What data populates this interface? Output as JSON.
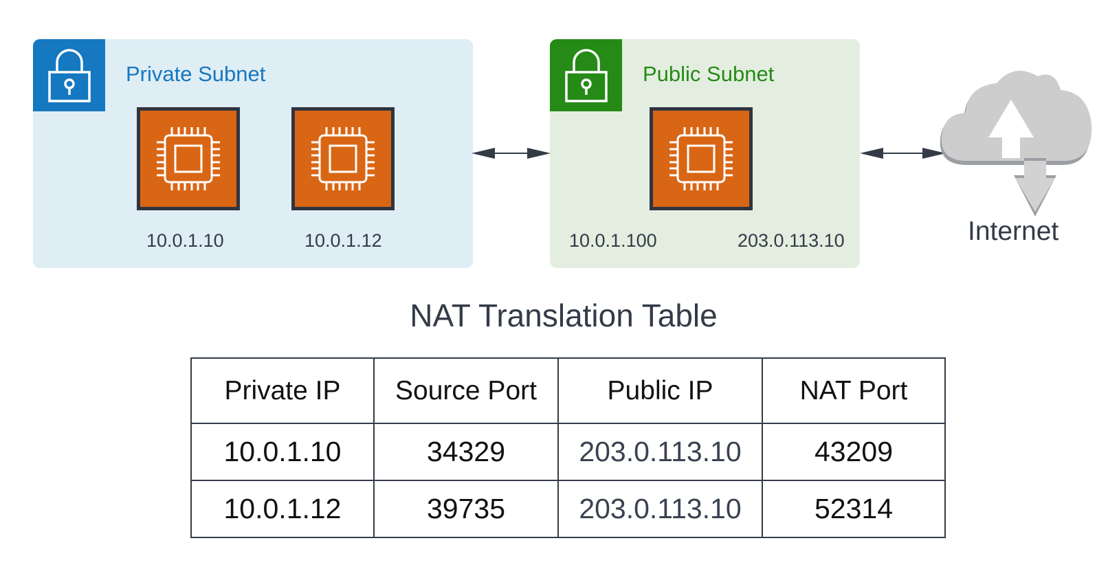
{
  "private_subnet": {
    "title": "Private Subnet",
    "color": "#1578c0",
    "hosts": [
      {
        "ip": "10.0.1.10"
      },
      {
        "ip": "10.0.1.12"
      }
    ]
  },
  "public_subnet": {
    "title": "Public Subnet",
    "color": "#268a17",
    "nat_private_ip": "10.0.1.100",
    "nat_public_ip": "203.0.113.10"
  },
  "internet": {
    "label": "Internet",
    "icon": "cloud-upload-download-icon"
  },
  "icons": {
    "lock": "lock-icon",
    "instance": "cpu-chip-icon",
    "chip_color": "#d96614"
  },
  "nat_table": {
    "title": "NAT Translation Table",
    "headers": [
      "Private IP",
      "Source Port",
      "Public IP",
      "NAT Port"
    ],
    "rows": [
      [
        "10.0.1.10",
        "34329",
        "203.0.113.10",
        "43209"
      ],
      [
        "10.0.1.12",
        "39735",
        "203.0.113.10",
        "52314"
      ]
    ]
  }
}
